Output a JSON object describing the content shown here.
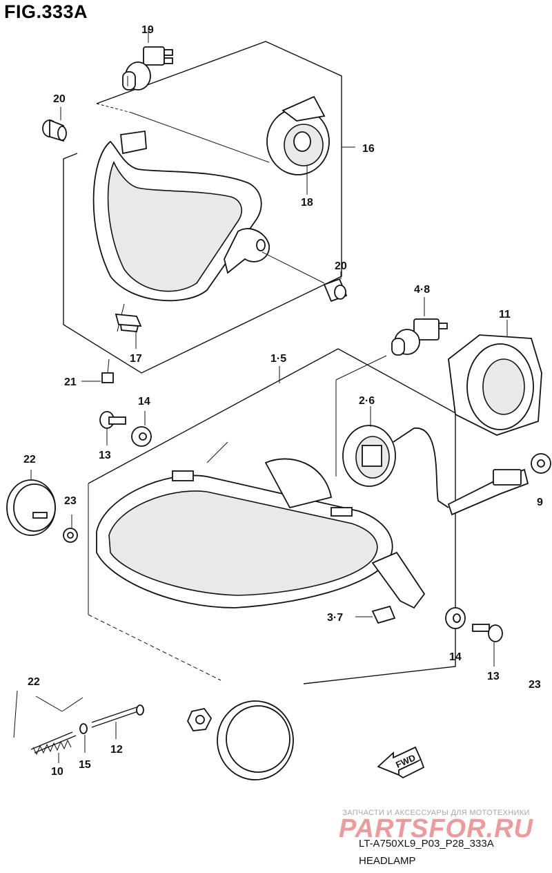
{
  "figure": {
    "title": "FIG.333A",
    "code": "LT-A750XL9_P03_P28_333A",
    "caption": "HEADLAMP"
  },
  "watermark": {
    "line1": "ЗАПЧАСТИ И АКСЕССУАРЫ ДЛЯ МОТОТЕХНИКИ",
    "line2": "PARTSFOR.RU"
  },
  "arrow_label": "FWD",
  "callouts": {
    "c19": "19",
    "c20a": "20",
    "c16": "16",
    "c18": "18",
    "c20b": "20",
    "c48": "4·8",
    "c11": "11",
    "c17": "17",
    "c15b": "1·5",
    "c21": "21",
    "c14a": "14",
    "c26": "2·6",
    "c13a": "13",
    "c22a": "22",
    "c23a": "23",
    "c9": "9",
    "c37": "3·7",
    "c14b": "14",
    "c13b": "13",
    "c22b": "22",
    "c23b": "23",
    "c12": "12",
    "c10": "10",
    "c15": "15"
  }
}
